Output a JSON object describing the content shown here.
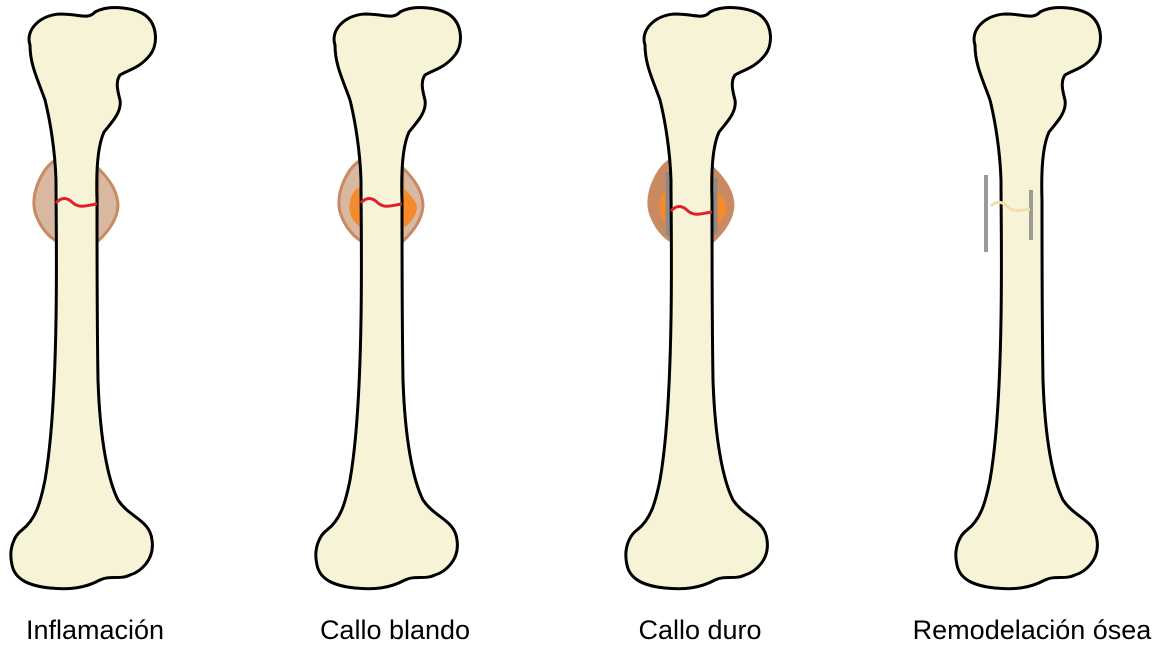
{
  "colors": {
    "bone": "#F6F3D7",
    "outline": "#000000",
    "fracture_line": "#E0202A",
    "inflammation_fill": "#D9B8A2",
    "inflammation_edge": "#C98A62",
    "soft_callus_fill": "#F58A2C",
    "hard_callus_edge": "#8E8A88",
    "remodel_line": "#F3DFAE",
    "remodel_edge": "#9A9A96"
  },
  "stages": [
    {
      "label": "Inflamación",
      "icon": "inflamed-fractured-bone-icon"
    },
    {
      "label": "Callo blando",
      "icon": "soft-callus-bone-icon"
    },
    {
      "label": "Callo duro",
      "icon": "hard-callus-bone-icon"
    },
    {
      "label": "Remodelación ósea",
      "icon": "remodeled-bone-icon"
    }
  ]
}
